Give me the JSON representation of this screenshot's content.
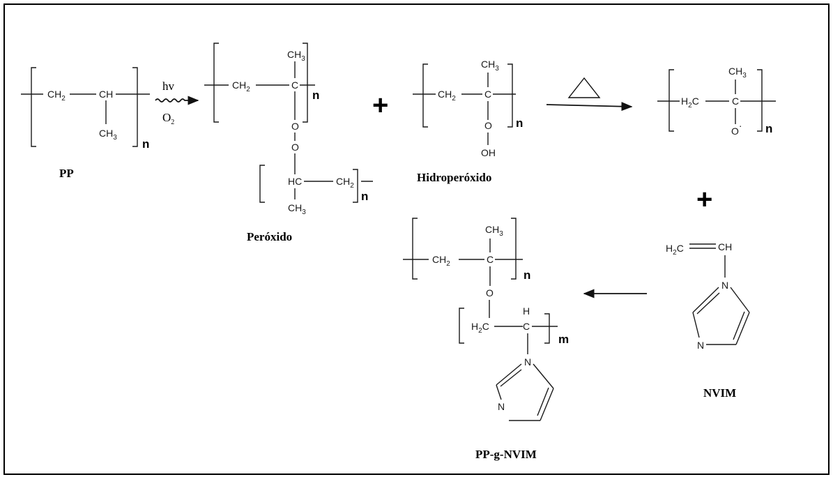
{
  "scheme": {
    "pp": {
      "ch2": "CH",
      "ch2_sub": "2",
      "ch": "CH",
      "ch3": "CH",
      "ch3_sub": "3",
      "n": "n",
      "label": "PP"
    },
    "conditions": {
      "light": "hv",
      "oxygen": "O",
      "oxygen_sub": "2"
    },
    "peroxide": {
      "ch2": "CH",
      "ch2_sub": "2",
      "c": "C",
      "ch3": "CH",
      "ch3_sub": "3",
      "o1": "O",
      "o2": "O",
      "n1": "n",
      "hc": "HC",
      "ch2_b": "CH",
      "ch2_b_sub": "2",
      "ch3_b": "CH",
      "ch3_b_sub": "3",
      "n2": "n",
      "label": "Peróxido"
    },
    "plus1": "+",
    "hydroperoxide": {
      "ch2": "CH",
      "ch2_sub": "2",
      "c": "C",
      "ch3": "CH",
      "ch3_sub": "3",
      "o": "O",
      "oh": "OH",
      "n": "n",
      "label": "Hidroperóxido"
    },
    "radical": {
      "h2c": "H",
      "h2c_sub": "2",
      "h2c_c": "C",
      "c": "C",
      "ch3": "CH",
      "ch3_sub": "3",
      "o_rad": "O",
      "rad_dot": "·",
      "n": "n"
    },
    "plus2": "+",
    "nvim": {
      "h2c": "H",
      "h2c_sub": "2",
      "h2c_c": "C",
      "ch": "CH",
      "n1": "N",
      "n3": "N",
      "label": "NVIM"
    },
    "graft": {
      "ch2": "CH",
      "ch2_sub": "2",
      "c": "C",
      "ch3": "CH",
      "ch3_sub": "3",
      "o": "O",
      "n": "n",
      "h2c": "H",
      "h2c_sub": "2",
      "h2c_c": "C",
      "h": "H",
      "c2": "C",
      "m": "m",
      "n1": "N",
      "n3": "N",
      "label": "PP-g-NVIM"
    }
  }
}
